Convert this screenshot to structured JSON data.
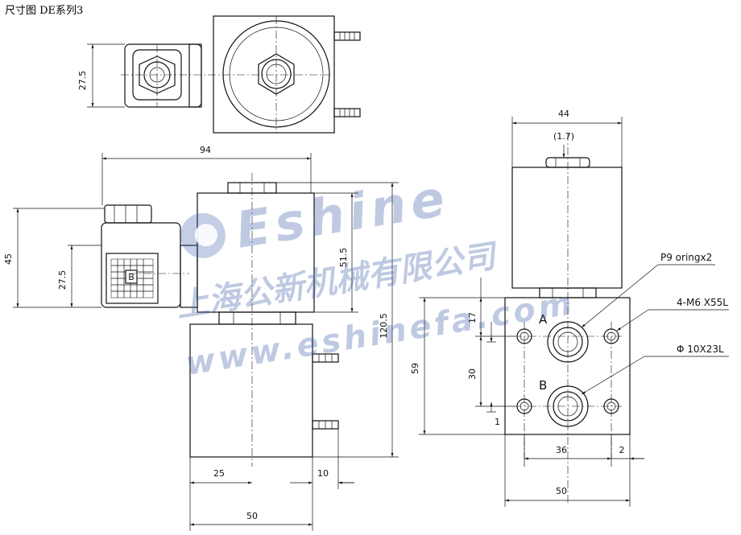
{
  "title": "尺寸图 DE系列3",
  "watermark": {
    "brand": "Eshine",
    "company": "上海公新机械有限公司",
    "url": "www.eshinefa.com",
    "color": "#3a5da8"
  },
  "dimensions": {
    "top_view_height": "27.5",
    "overall_width": "94",
    "coil_height": "45",
    "connector_height": "27.5",
    "stem_height": "51.5",
    "overall_height": "120.5",
    "body_offset": "25",
    "port_offset": "10",
    "body_width": "50",
    "side_coil_width": "44",
    "side_gap": "(1.7)",
    "manifold_height": "59",
    "port_top_offset": "17",
    "port_spacing": "30",
    "port_bottom_offset": "1",
    "port_center_width": "36",
    "port_edge_offset": "2",
    "manifold_width": "50"
  },
  "annotations": {
    "oring": "P9 oringx2",
    "screws": "4-M6 X55L",
    "bore": "Φ 10X23L"
  },
  "ports": {
    "a": "A",
    "b": "B"
  },
  "connector_mark": "B"
}
